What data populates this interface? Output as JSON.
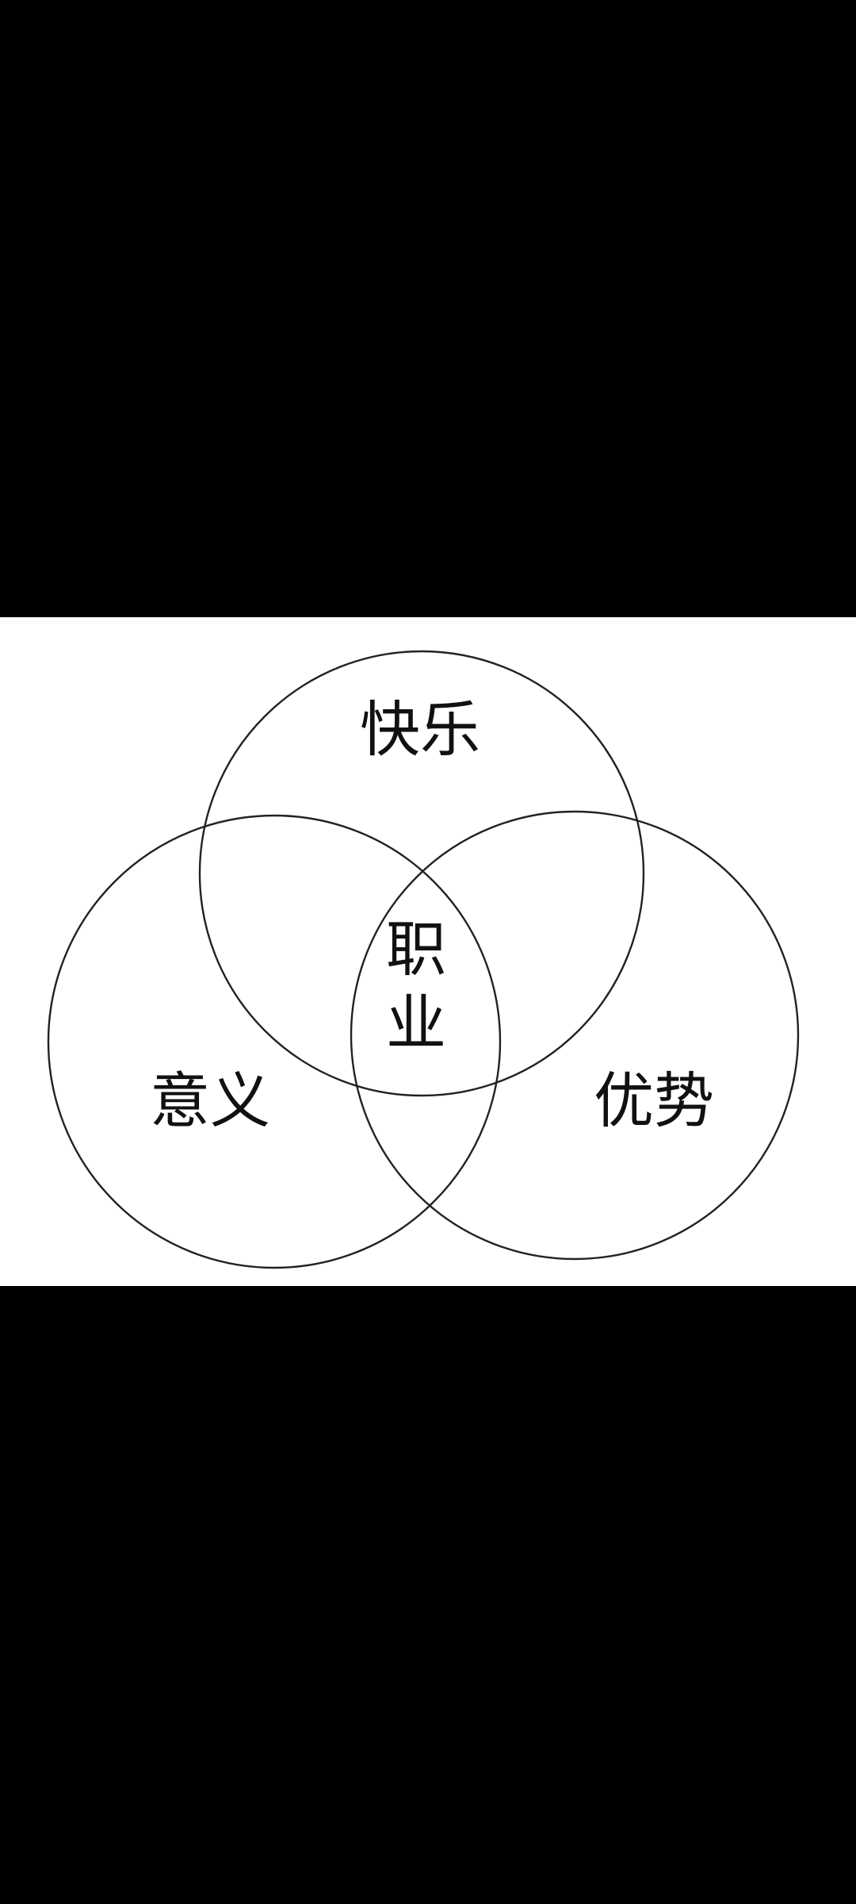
{
  "diagram": {
    "labels": {
      "top": "快乐",
      "left": "意义",
      "right": "优势",
      "center_line_1": "职",
      "center_line_2": "业"
    },
    "colors": {
      "black_bar": "#000000",
      "panel": "#ffffff",
      "stroke": "#222222",
      "text": "#111111"
    }
  }
}
